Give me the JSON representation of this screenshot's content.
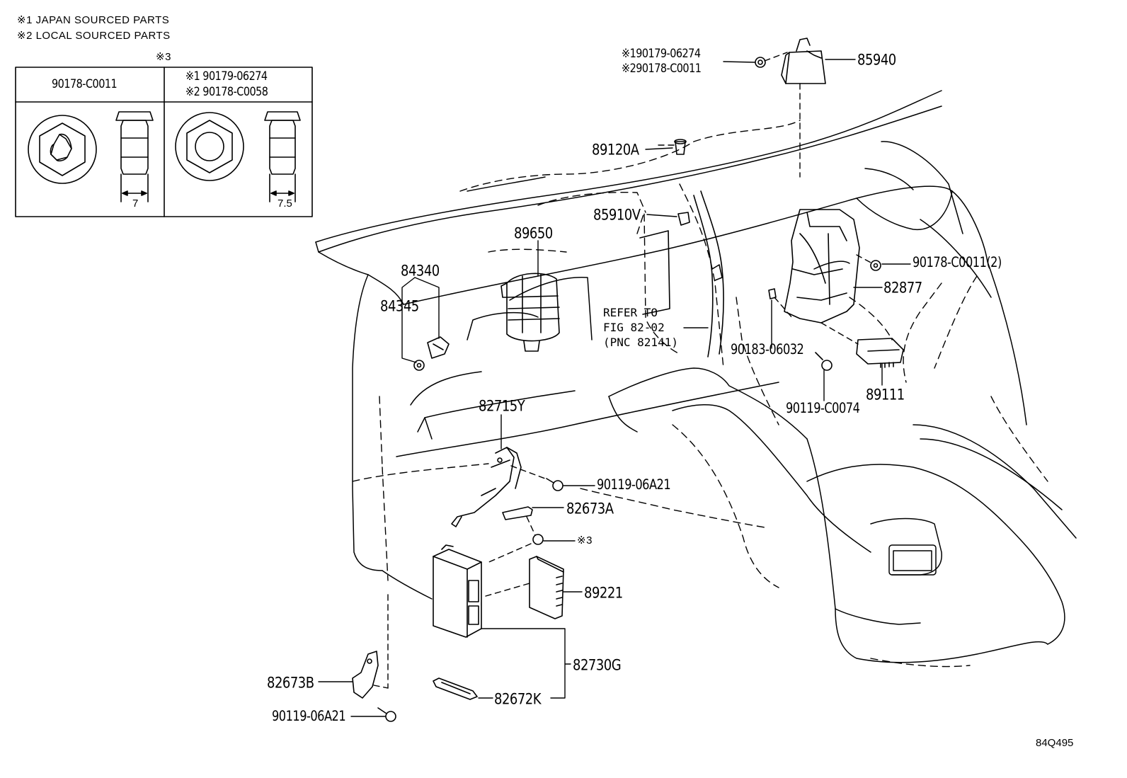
{
  "notes": {
    "note1": "※1 JAPAN SOURCED PARTS",
    "note2": "※2 LOCAL SOURCED PARTS"
  },
  "fastener_table": {
    "ref_mark": "※3",
    "col1_code": "90178-C0011",
    "col2_line1": "※1 90179-06274",
    "col2_line2": "※2 90178-C0058",
    "col1_dimension": "7",
    "col2_dimension": "7.5"
  },
  "callouts": {
    "p85940_alt1": "※190179-06274",
    "p85940_alt2": "※290178-C0011",
    "p85940": "85940",
    "p89120A": "89120A",
    "p85910V": "85910V",
    "p89650": "89650",
    "p84340": "84340",
    "p84345": "84345",
    "ref_line1": "REFER TO",
    "ref_line2": "FIG 82-02",
    "ref_line3": "(PNC 82141)",
    "p90178_C0011_2": "90178-C0011(2)",
    "p82877": "82877",
    "p90183_06032": "90183-06032",
    "p89111": "89111",
    "p90119_C0074": "90119-C0074",
    "p82715Y": "82715Y",
    "p90119_06A21_upper": "90119-06A21",
    "p82673A": "82673A",
    "ref3_mark": "※3",
    "p89221": "89221",
    "p82730G": "82730G",
    "p82673B": "82673B",
    "p82672K": "82672K",
    "p90119_06A21_lower": "90119-06A21"
  },
  "figure_id": "84Q495"
}
